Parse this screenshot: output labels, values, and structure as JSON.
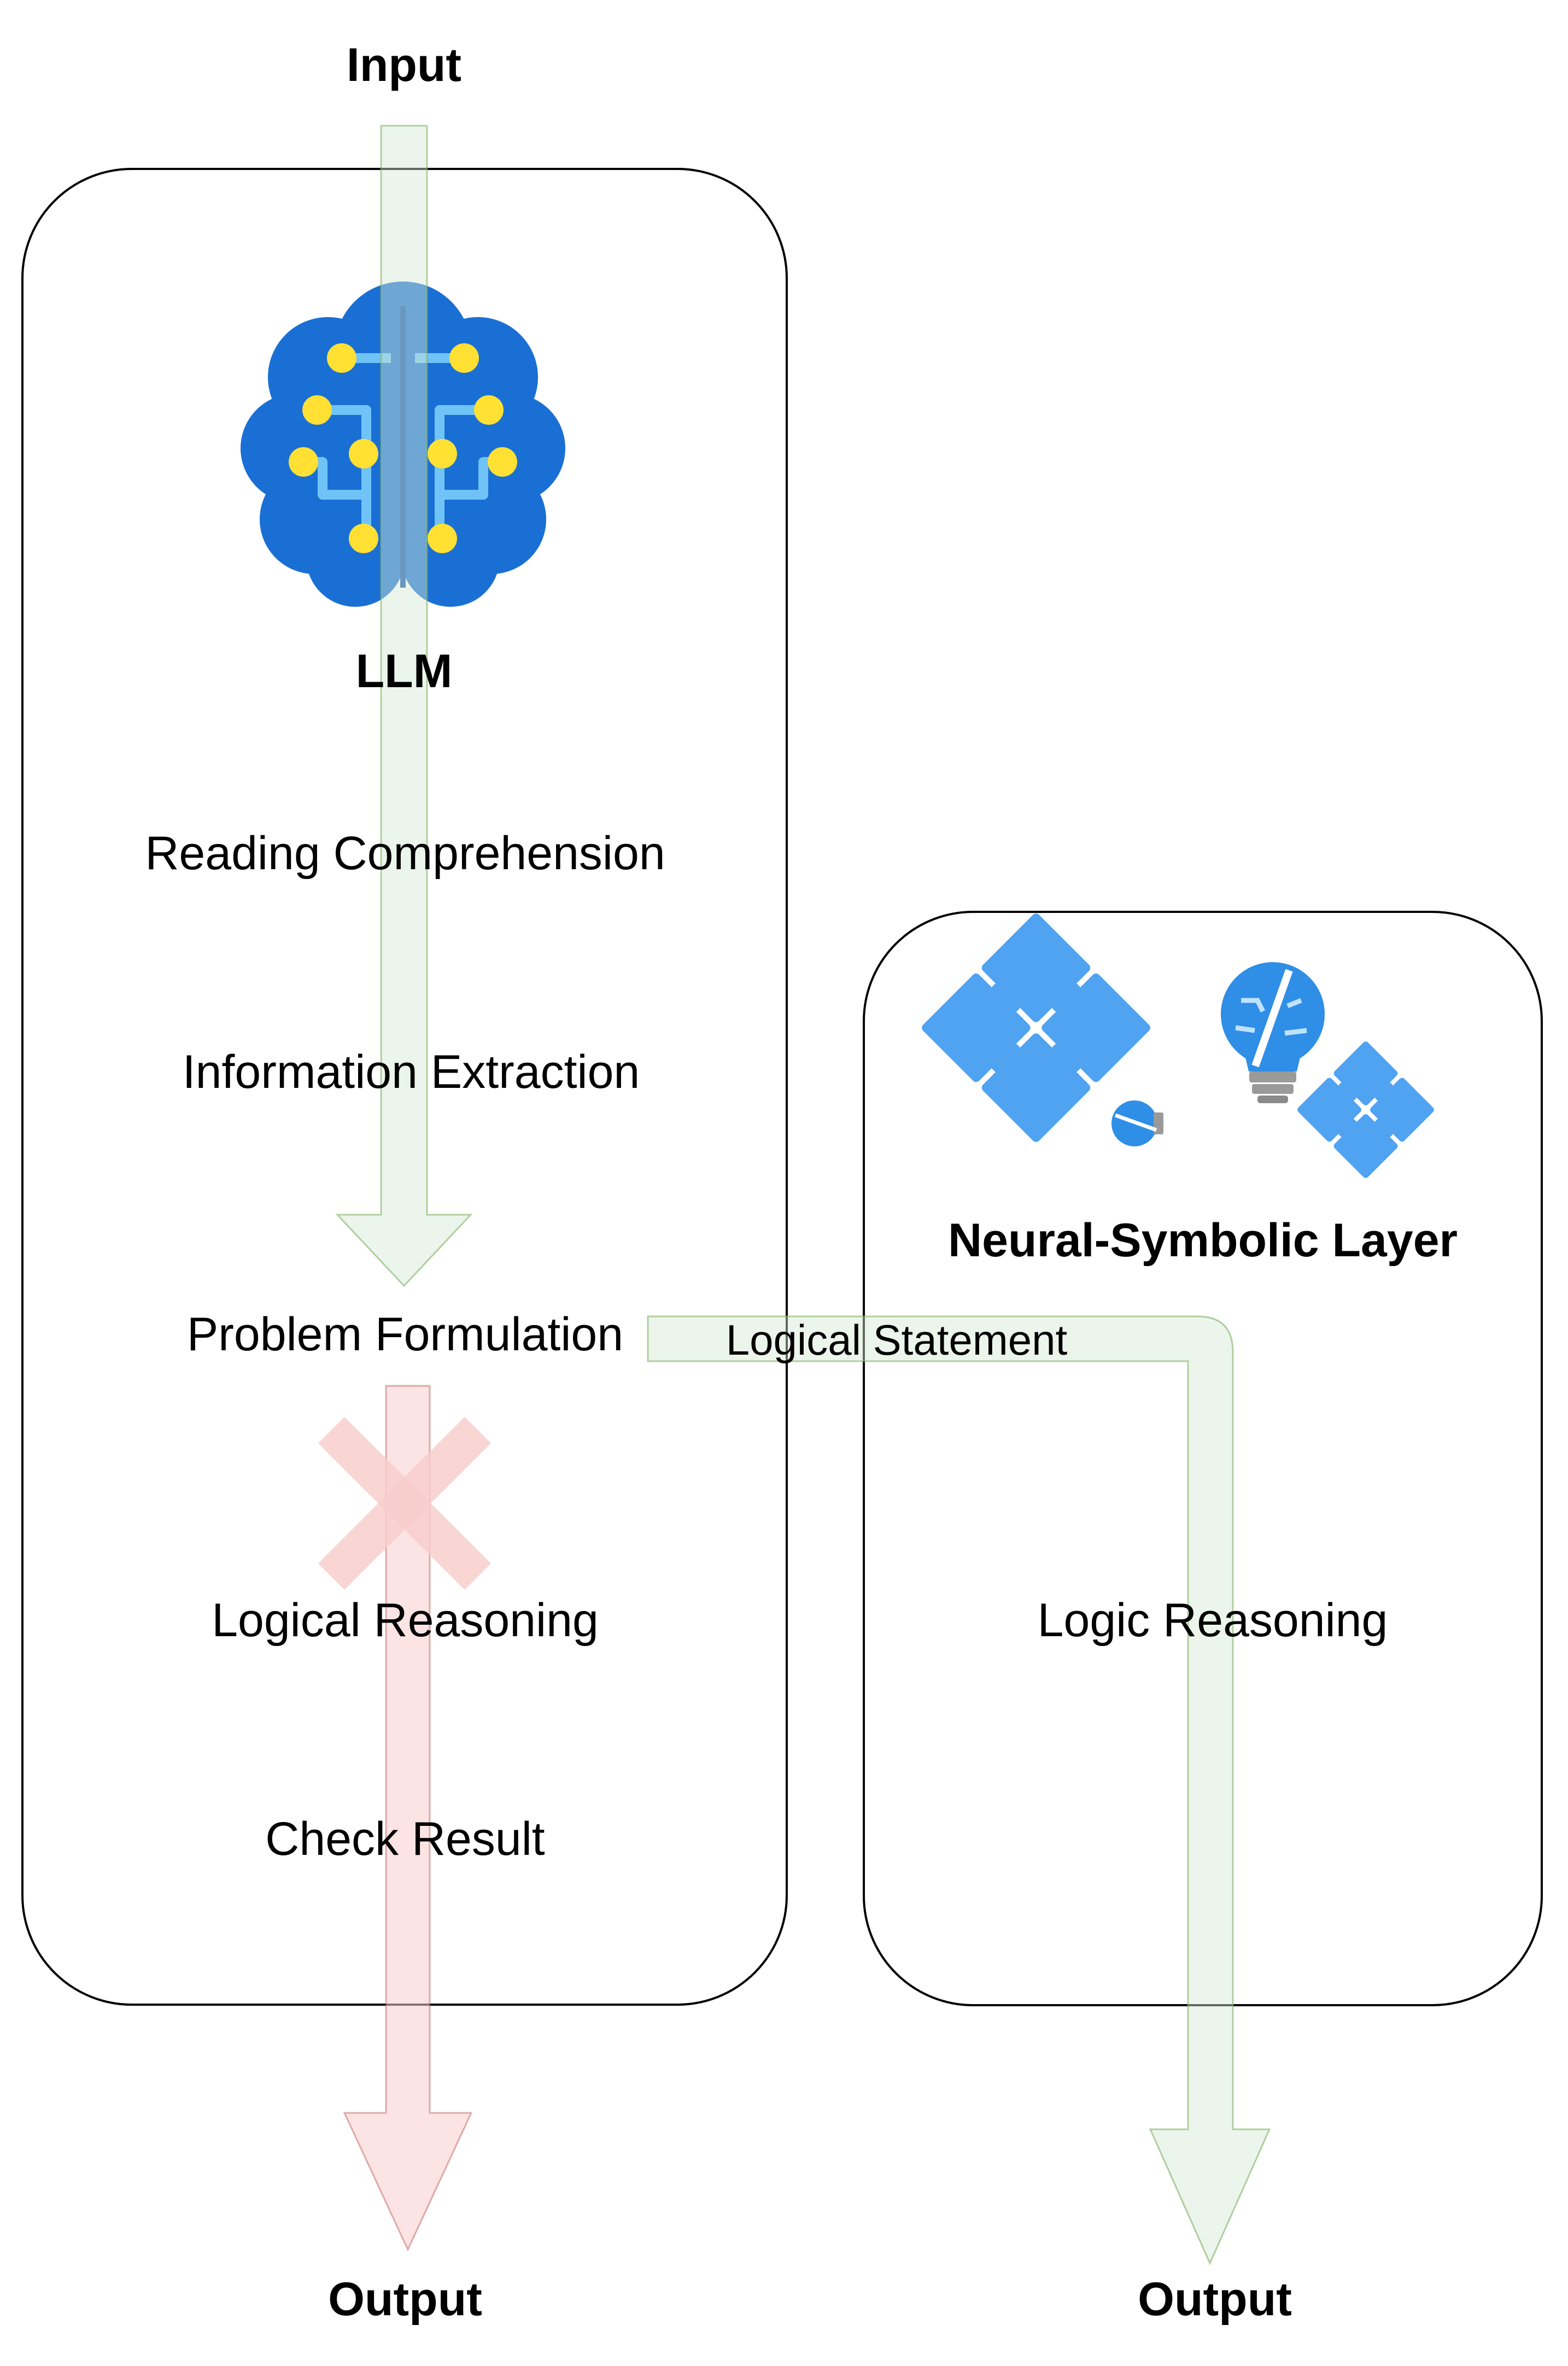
{
  "input_label": "Input",
  "llm": {
    "title": "LLM",
    "icon": "brain-circuit-icon",
    "steps": [
      "Reading Comprehension",
      "Information Extraction",
      "Problem Formulation",
      "Logical Reasoning",
      "Check Result"
    ]
  },
  "ns_layer": {
    "title": "Neural-Symbolic Layer",
    "icons": [
      "puzzle-icon",
      "small-bulb-icon",
      "lightbulb-icon",
      "small-puzzle-icon"
    ],
    "step": "Logic Reasoning"
  },
  "edge_label": "Logical Statement",
  "output_left": "Output",
  "output_right": "Output",
  "colors": {
    "green_fill": "#d5e8d4",
    "green_stroke": "#82b366",
    "red_fill": "#f8cecc",
    "red_stroke": "#b85450",
    "brain_blue": "#1a6fd4",
    "brain_circuit": "#6fc3f7",
    "brain_node": "#ffe033",
    "puzzle_blue": "#4fa3f0"
  }
}
